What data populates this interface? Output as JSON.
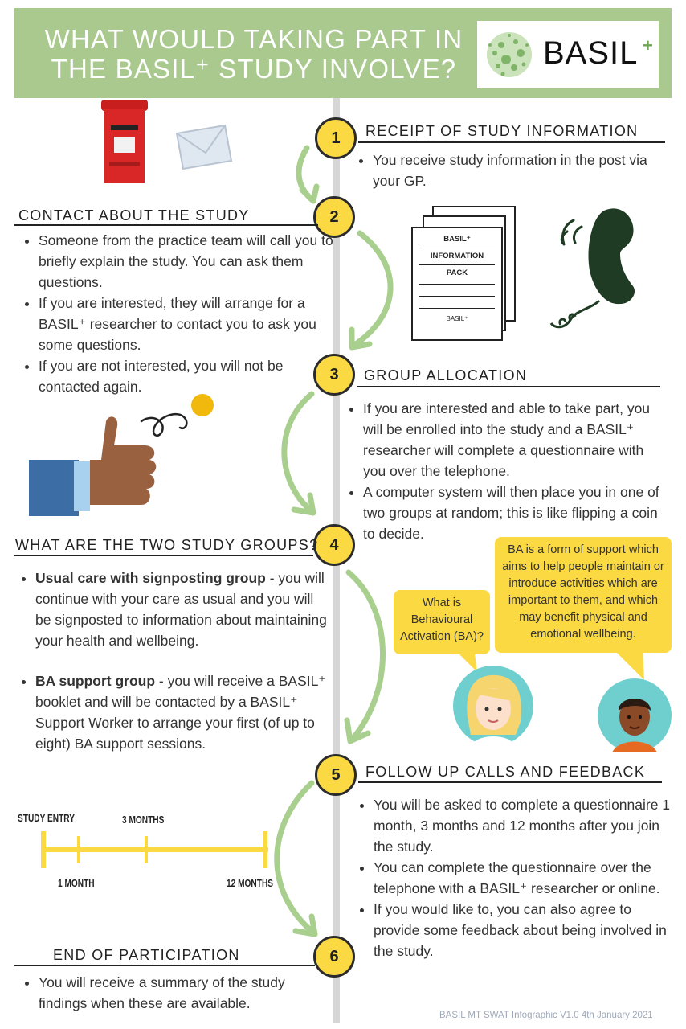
{
  "header": {
    "title_line1": "WHAT WOULD TAKING PART IN",
    "title_line2": "THE BASIL⁺ STUDY INVOLVE?",
    "logo_text": "BASIL",
    "logo_plus": "+"
  },
  "steps": [
    {
      "number": "1",
      "title": "RECEIPT OF STUDY INFORMATION",
      "bullets": [
        "You receive study information in the post via your GP."
      ]
    },
    {
      "number": "2",
      "title": "CONTACT ABOUT THE STUDY",
      "bullets": [
        "Someone from the practice team will call you to briefly explain the study. You can ask them questions.",
        "If you are interested, they will arrange for a BASIL⁺ researcher to contact you to ask you some questions.",
        "If you are not interested, you will not be contacted again."
      ]
    },
    {
      "number": "3",
      "title": "GROUP ALLOCATION",
      "bullets": [
        "If you are interested and able to take part, you will be enrolled into the study and a BASIL⁺ researcher will complete a questionnaire with you over the telephone.",
        "A computer system will then place you in one of two groups at random; this is like flipping a coin to decide."
      ]
    },
    {
      "number": "4",
      "title": "WHAT ARE THE TWO STUDY GROUPS?",
      "groups": [
        {
          "name": "Usual care with signposting group",
          "text": " - you will continue with your care as usual and you will be signposted to information about maintaining your health and wellbeing."
        },
        {
          "name": "BA support group",
          "text": " - you will receive a BASIL⁺ booklet and will be contacted by a BASIL⁺ Support Worker to arrange your first (of up to eight) BA support sessions."
        }
      ]
    },
    {
      "number": "5",
      "title": "FOLLOW UP CALLS AND FEEDBACK",
      "bullets": [
        "You will be asked to complete a questionnaire 1 month, 3 months and 12 months after you join the study.",
        "You can complete the questionnaire over the telephone with a BASIL⁺ researcher or online.",
        "If you would like to, you can also agree to provide some feedback about being involved in the study."
      ]
    },
    {
      "number": "6",
      "title": "END OF PARTICIPATION",
      "bullets": [
        "You will receive a summary of the study findings when these are available."
      ]
    }
  ],
  "info_pack": {
    "line1": "BASIL⁺",
    "line2": "INFORMATION",
    "line3": "PACK",
    "logo": "BASIL⁺"
  },
  "bubbles": {
    "question": "What is Behavioural Activation (BA)?",
    "answer": "BA is a form of support which aims to help people maintain or introduce activities which are important to them, and which may benefit physical and emotional wellbeing."
  },
  "timeline": {
    "labels": {
      "entry": "STUDY ENTRY",
      "m1": "1 MONTH",
      "m3": "3 MONTHS",
      "m12": "12 MONTHS"
    },
    "points_months": [
      0,
      1,
      3,
      12
    ]
  },
  "footer": "BASIL MT SWAT Infographic V1.0 4th January 2021",
  "colors": {
    "header_green": "#a9c98e",
    "arrow_green": "#a8cf8e",
    "circle_yellow": "#fbd943",
    "bubble_yellow": "#fbd943"
  }
}
